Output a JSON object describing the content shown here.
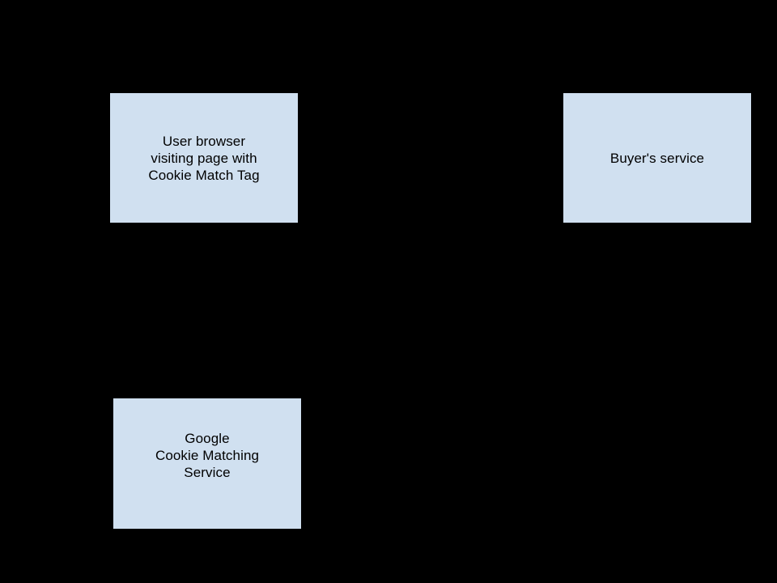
{
  "diagram": {
    "background_color": "#000000",
    "node_fill_color": "#d0e0f0",
    "node_text_color": "#000000",
    "nodes": [
      {
        "id": "user-browser",
        "lines": [
          "User browser",
          "visiting page with",
          "Cookie Match Tag"
        ]
      },
      {
        "id": "buyers-service",
        "lines": [
          "Buyer's service"
        ]
      },
      {
        "id": "google-cookie-matching-service",
        "lines": [
          "Google",
          "Cookie Matching",
          "Service"
        ]
      }
    ]
  }
}
